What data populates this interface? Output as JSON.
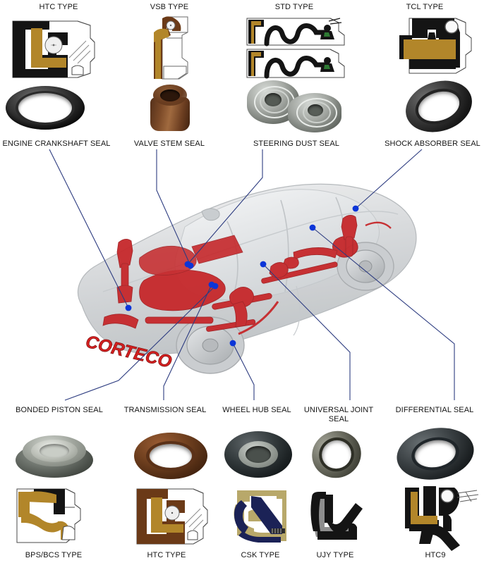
{
  "diagram": {
    "brand": "CORTECO",
    "line_color": "#2d3c80",
    "dot_color": "#0b35d8",
    "text_color": "#151515"
  },
  "top_row": {
    "type_labels": [
      {
        "name": "htc-type",
        "text": "HTC TYPE"
      },
      {
        "name": "vsb-type",
        "text": "VSB TYPE"
      },
      {
        "name": "std-type",
        "text": "STD TYPE"
      },
      {
        "name": "tcl-type",
        "text": "TCL TYPE"
      }
    ],
    "part_labels": [
      {
        "name": "engine-crankshaft-seal",
        "text": "ENGINE CRANKSHAFT SEAL"
      },
      {
        "name": "valve-stem-seal",
        "text": "VALVE STEM SEAL"
      },
      {
        "name": "steering-dust-seal",
        "text": "STEERING DUST SEAL"
      },
      {
        "name": "shock-absorber-seal",
        "text": "SHOCK ABSORBER SEAL"
      }
    ]
  },
  "bottom_row": {
    "part_labels": [
      {
        "name": "bonded-piston-seal",
        "text": "BONDED PISTON SEAL"
      },
      {
        "name": "transmission-seal",
        "text": "TRANSMISSION SEAL"
      },
      {
        "name": "wheel-hub-seal",
        "text": "WHEEL HUB SEAL"
      },
      {
        "name": "universal-joint-seal",
        "text": "UNIVERSAL JOINT SEAL"
      },
      {
        "name": "differential-seal",
        "text": "DIFFERENTIAL SEAL"
      }
    ],
    "type_labels": [
      {
        "name": "bps-bcs-type",
        "text": "BPS/BCS TYPE"
      },
      {
        "name": "htc-type",
        "text": "HTC TYPE"
      },
      {
        "name": "csk-type",
        "text": "CSK TYPE"
      },
      {
        "name": "ujy-type",
        "text": "UJY TYPE"
      },
      {
        "name": "htc9-type",
        "text": "HTC9"
      }
    ]
  },
  "palette": {
    "rubber_black": "#141414",
    "spring_gold": "#b2862a",
    "seal_brown": "#6b3a17",
    "seal_navy": "#1b2256",
    "seal_khaki": "#b4a濃",
    "metal_outline": "#6a6a6a",
    "hatch": "#8a8a8a",
    "grey_mid": "#8d8d8d",
    "brand_red": "#d41f1f"
  }
}
